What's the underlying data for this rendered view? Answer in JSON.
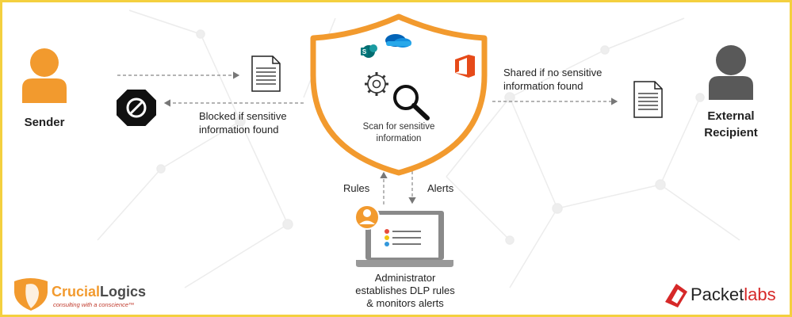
{
  "colors": {
    "orange": "#f29a2e",
    "gray": "#595959",
    "frame": "#f4d03f",
    "network": "#e8e8e8"
  },
  "sender": {
    "label": "Sender"
  },
  "recipient": {
    "label": "External\nRecipient"
  },
  "blocked": {
    "label": "Blocked if sensitive\ninformation found"
  },
  "shared": {
    "label": "Shared if no sensitive\ninformation found"
  },
  "scan": {
    "label": "Scan for sensitive\ninformation"
  },
  "rules": {
    "label": "Rules"
  },
  "alerts": {
    "label": "Alerts"
  },
  "admin": {
    "label": "Administrator\nestablishes DLP rules\n& monitors alerts"
  },
  "logos": {
    "crucial_part1": "Crucial",
    "crucial_part2": "Logics",
    "crucial_tagline": "consulting with a conscience™",
    "packet_part1": "Packet",
    "packet_part2": "labs"
  },
  "icons": [
    "user-icon",
    "document-icon",
    "blocked-icon",
    "sharepoint-icon",
    "onedrive-icon",
    "office-icon",
    "gear-icon",
    "magnifier-icon",
    "laptop-icon"
  ]
}
